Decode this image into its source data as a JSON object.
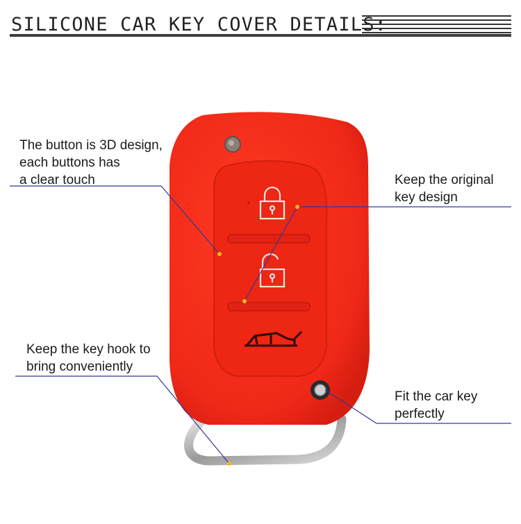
{
  "header": {
    "title": "SILICONE CAR KEY COVER DETAILS:"
  },
  "colors": {
    "cover": "#f32a1a",
    "leader": "#30389a",
    "dot": "#f5b81a"
  },
  "callouts": {
    "button_3d": {
      "lines": [
        "The button is 3D design,",
        "each buttons has",
        "a clear touch"
      ]
    },
    "original_design": {
      "lines": [
        "Keep the original",
        "key design"
      ]
    },
    "key_hook": {
      "lines": [
        "Keep the key hook to",
        "bring conveniently"
      ]
    },
    "fit_key": {
      "lines": [
        "Fit the car key",
        "perfectly"
      ]
    }
  },
  "key_buttons": [
    {
      "name": "lock-button",
      "icon": "lock-icon"
    },
    {
      "name": "unlock-button",
      "icon": "unlock-icon"
    },
    {
      "name": "trunk-button",
      "icon": "car-trunk-icon"
    }
  ]
}
